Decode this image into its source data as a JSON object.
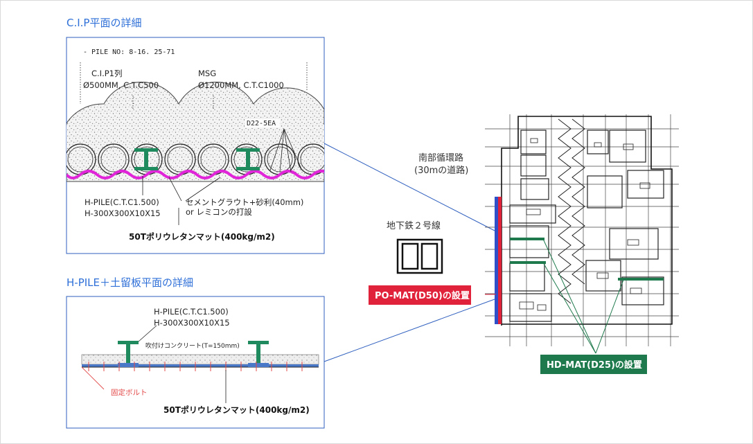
{
  "colors": {
    "heading": "#2e6fd8",
    "frame_border": "#2f5fbf",
    "po_mat": "#e0223a",
    "hd_mat": "#1e7a4c",
    "h_pile": "#1f8a5e",
    "mat_magenta": "#e026d8",
    "mat_blue": "#4a78c8",
    "bolt_red": "#e34a4a"
  },
  "cip_section": {
    "heading": "C.I.P平面の詳細",
    "pile_no": "- PILE NO: 8-16. 25-71",
    "cip_row": "C.I.P1列",
    "cip_spec": "Ø500MM, C.T.C500",
    "msg": "MSG",
    "msg_spec": "Ø1200MM, C.T.C1000",
    "rebar_tag": "D22-5EA",
    "hpile_line1": "H-PILE(C.T.C1.500)",
    "hpile_line2": "H-300X300X10X15",
    "grout_line1": "セメントグラウト+砂利(40mm)",
    "grout_line2": "or レミコンの打設",
    "mat": "50Tポリウレタンマット(400kg/m2)"
  },
  "hpile_section": {
    "heading": "H-PILE＋土留板平面の詳細",
    "hpile_line1": "H-PILE(C.T.C1.500)",
    "hpile_line2": "H-300X300X10X15",
    "shotcrete": "吹付けコンクリート(T=150mm)",
    "bolt": "固定ボルト",
    "mat": "50Tポリウレタンマット(400kg/m2)"
  },
  "site_plan": {
    "road_line1": "南部循環路",
    "road_line2": "(30mの道路)",
    "subway": "地下鉄２号線",
    "po_mat_tag": "PO-MAT(D50)の設置",
    "hd_mat_tag": "HD-MAT(D25)の設置"
  }
}
